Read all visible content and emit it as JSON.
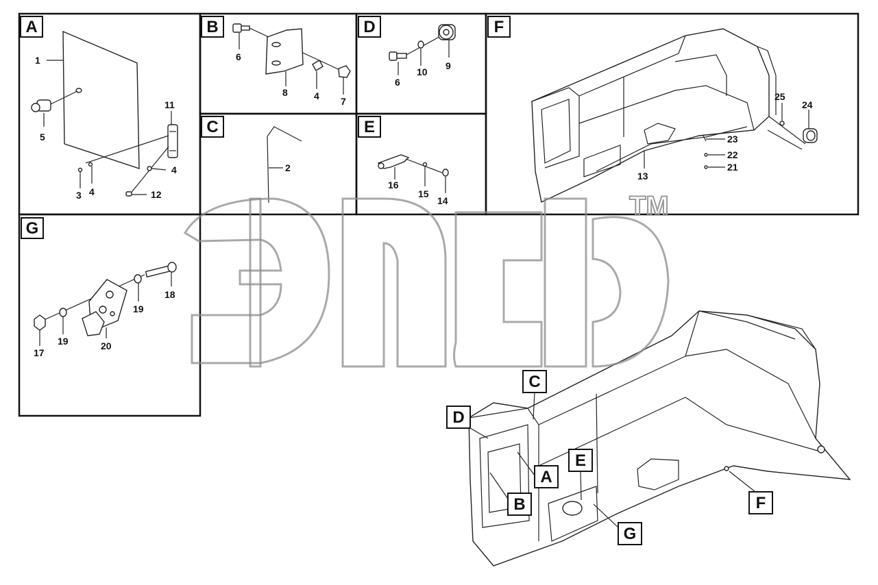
{
  "watermark": {
    "trademark": "TM"
  },
  "sections": {
    "A": {
      "letter": "A",
      "labels": [
        "1",
        "5",
        "11",
        "4",
        "3",
        "4",
        "12"
      ]
    },
    "B": {
      "letter": "B",
      "labels": [
        "6",
        "8",
        "4",
        "7"
      ]
    },
    "C": {
      "letter": "C",
      "labels": [
        "2"
      ]
    },
    "D": {
      "letter": "D",
      "labels": [
        "6",
        "10",
        "9"
      ]
    },
    "E": {
      "letter": "E",
      "labels": [
        "16",
        "15",
        "14"
      ]
    },
    "F": {
      "letter": "F",
      "labels": [
        "25",
        "24",
        "23",
        "22",
        "21",
        "13"
      ]
    },
    "G": {
      "letter": "G",
      "labels": [
        "18",
        "19",
        "17",
        "19",
        "20"
      ]
    }
  },
  "callouts": [
    "C",
    "D",
    "A",
    "E",
    "B",
    "G",
    "F"
  ]
}
